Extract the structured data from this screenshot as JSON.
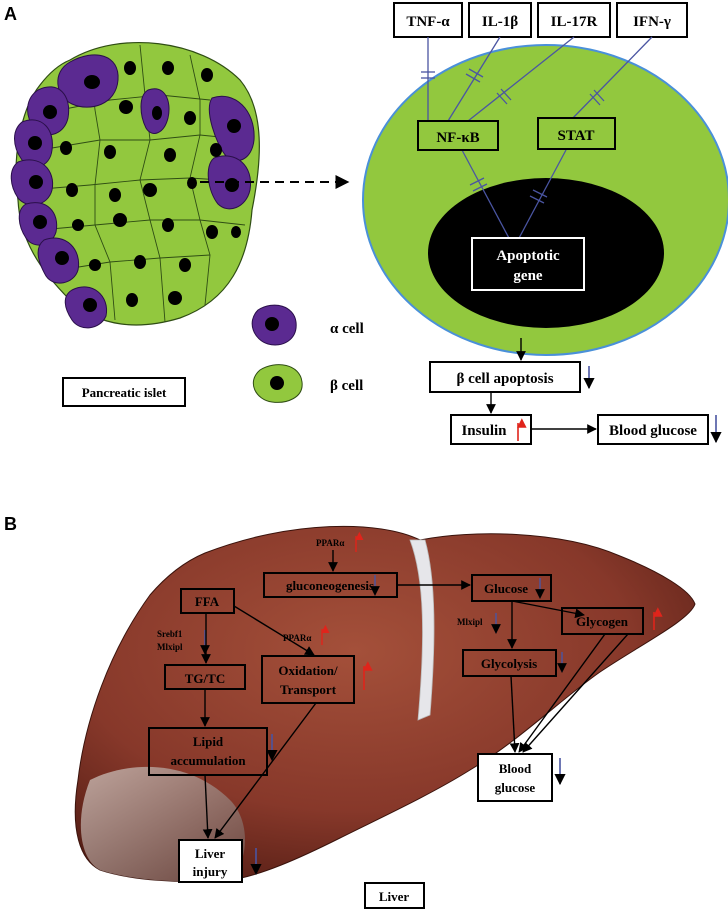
{
  "panel_a": {
    "letter": "A",
    "cytokines": [
      "TNF-α",
      "IL-1β",
      "IL-17R",
      "IFN-γ"
    ],
    "nfkb": "NF-κB",
    "stat": "STAT",
    "apoptotic_line1": "Apoptotic",
    "apoptotic_line2": "gene",
    "islet_label": "Pancreatic islet",
    "legend_alpha": "α cell",
    "legend_beta": "β cell",
    "beta_apoptosis": "β cell apoptosis",
    "insulin": "Insulin",
    "blood_glucose": "Blood glucose"
  },
  "panel_b": {
    "letter": "B",
    "ppara_top": "PPARα",
    "gluconeogenesis": "gluconeogenesis",
    "glucose": "Glucose",
    "mlxipl_right": "Mlxipl",
    "glycogen": "Glycogen",
    "glycolysis": "Glycolysis",
    "ffa": "FFA",
    "srebf1": "Srebf1",
    "mlxipl_left": "Mlxipl",
    "ppara_mid": "PPARα",
    "tgtc": "TG/TC",
    "oxidation_line1": "Oxidation/",
    "oxidation_line2": "Transport",
    "lipid_line1": "Lipid",
    "lipid_line2": "accumulation",
    "blood_glucose_line1": "Blood",
    "blood_glucose_line2": "glucose",
    "liver_injury_line1": "Liver",
    "liver_injury_line2": "injury",
    "liver": "Liver"
  },
  "colors": {
    "beta_cell": "#92c83e",
    "alpha_cell": "#5b2a91",
    "liver": "#8a3a26",
    "up_arrow": "#e0241b",
    "down_arrow": "#4a55a2",
    "inhibition_line": "#4a55a2",
    "cell_outline": "#4a90d9"
  }
}
